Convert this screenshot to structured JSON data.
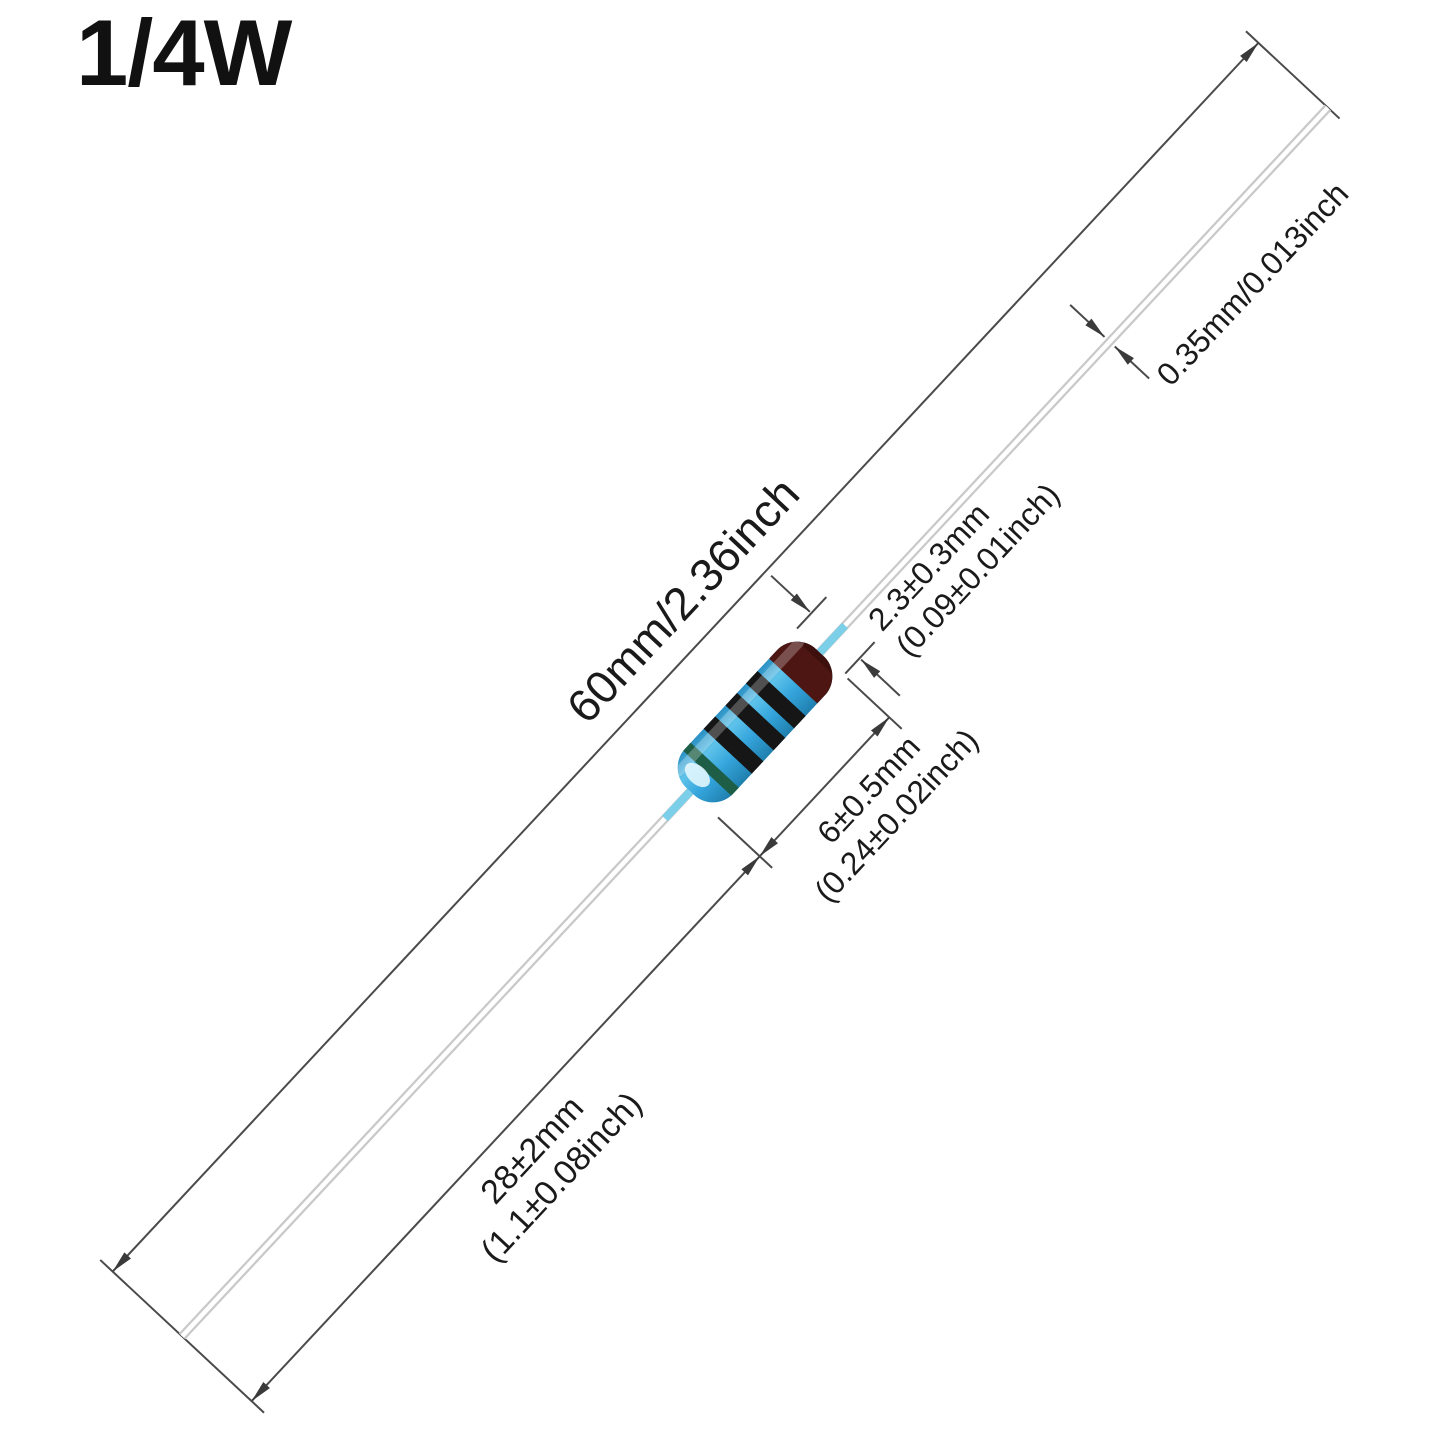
{
  "title": {
    "wattage_label": "1/4W"
  },
  "diagram": {
    "type": "resistor-dimension-diagram",
    "component": "axial lead metal film resistor",
    "dimensions": {
      "total_length": {
        "label": "60mm/2.36inch"
      },
      "lead_length": {
        "line1": "28±2mm",
        "line2": "(1.1±0.08inch)"
      },
      "body_length": {
        "line1": "6±0.5mm",
        "line2": "(0.24±0.02inch)"
      },
      "body_diameter": {
        "line1": "2.3±0.3mm",
        "line2": "(0.09±0.01inch)"
      },
      "wire_diameter": {
        "label": "0.35mm/0.013inch"
      }
    },
    "colors": {
      "resistor_body": "#35a5dc",
      "end_cap_band": "#4e1613",
      "band_black": "#161616",
      "band_green": "#1e5e46",
      "lead_wire": "#c9c9c9",
      "lead_wire_highlight": "#ffffff",
      "lead_wire_reflection": "#7ccfe8",
      "dimension_lines": "#4a4a4a",
      "text": "#1a1a1a",
      "background": "#ffffff"
    }
  }
}
